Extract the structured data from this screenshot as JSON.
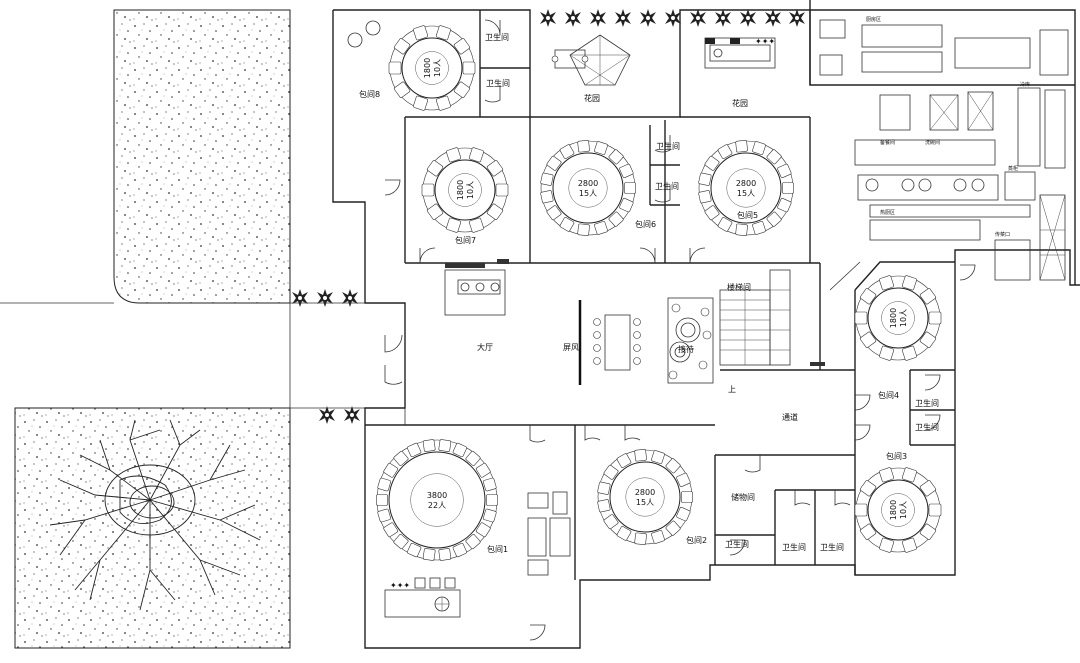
{
  "rooms": {
    "hall": "大厅",
    "screen": "屏风",
    "stair": "楼梯间",
    "stair_up": "上",
    "corridor": "通道",
    "storage": "储物间",
    "garden_a": "花园",
    "garden_b": "花园",
    "room1": "包间1",
    "room2": "包间2",
    "room3": "包间3",
    "room4": "包间4",
    "room5": "包间5",
    "room6": "包间6",
    "room7": "包间7",
    "room8": "包间8",
    "reception": "接待"
  },
  "restrooms": {
    "r8_top": "卫生间",
    "r8_bottom": "卫生间",
    "r6_top": "卫生间",
    "r6_bottom": "卫生间",
    "r4_top": "卫生间",
    "r4_bottom": "卫生间",
    "r2": "卫生间",
    "pair_left": "卫生间",
    "pair_right": "卫生间"
  },
  "tables": {
    "room8": {
      "size": "1800",
      "seats": "10人"
    },
    "room7": {
      "size": "1800",
      "seats": "10人"
    },
    "room6": {
      "size": "2800",
      "seats": "15人"
    },
    "room5": {
      "size": "2800",
      "seats": "15人"
    },
    "room4": {
      "size": "1800",
      "seats": "10人"
    },
    "room3": {
      "size": "1800",
      "seats": "10人"
    },
    "room2": {
      "size": "2800",
      "seats": "15人"
    },
    "room1": {
      "size": "3800",
      "seats": "22人"
    }
  },
  "kitchen_labels": [
    "厨房区",
    "备餐间",
    "洗碗间",
    "冷库",
    "热厨区",
    "蒸柜",
    "传菜口"
  ]
}
